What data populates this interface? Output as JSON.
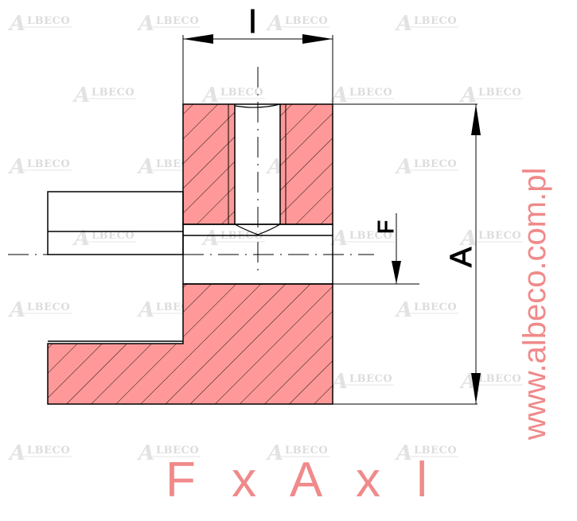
{
  "watermark": {
    "text": "LBECO",
    "initial": "A"
  },
  "dimensions": {
    "width_label": "l",
    "height_label": "A",
    "depth_label": "F"
  },
  "formula": "F x A x l",
  "website": "www.albeco.com.pl",
  "colors": {
    "section_fill": "#ff9999",
    "accent": "#f08a8a",
    "line": "#000000",
    "watermark": "#dcdcdc"
  }
}
